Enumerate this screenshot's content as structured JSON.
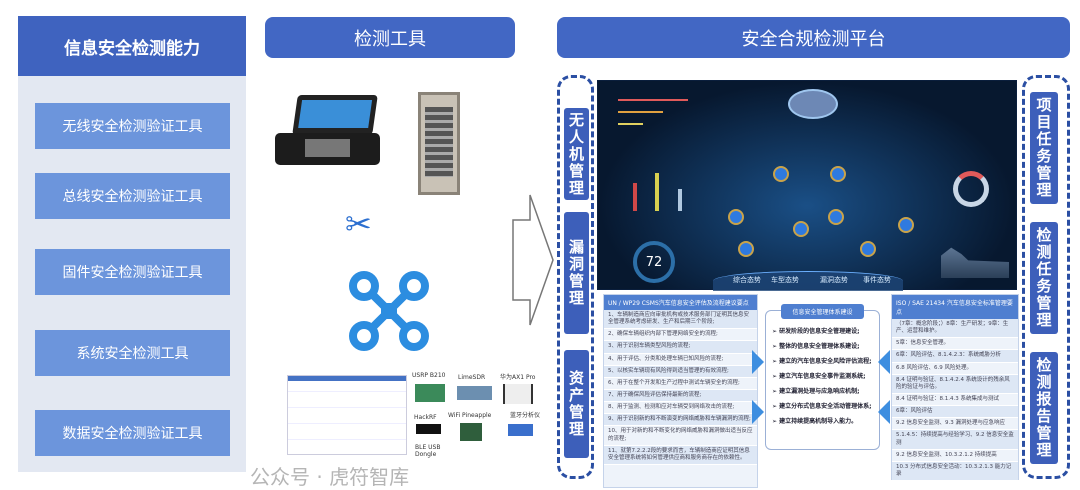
{
  "left": {
    "title": "信息安全检测能力",
    "items": [
      "无线安全检测验证工具",
      "总线安全检测验证工具",
      "固件安全检测验证工具",
      "系统安全检测工具",
      "数据安全检测验证工具"
    ]
  },
  "middle": {
    "title": "检测工具",
    "devices": [
      "USRP B210",
      "LimeSDR",
      "华为AX1 Pro",
      "HackRF",
      "WiFi Pineapple",
      "蓝牙分析仪",
      "BLE USB Dongle"
    ]
  },
  "right": {
    "title": "安全合规检测平台",
    "left_tabs": [
      "无人机管理",
      "漏洞管理",
      "资产管理"
    ],
    "right_tabs": [
      "项目任务管理",
      "检测任务管理",
      "检测报告管理"
    ],
    "dashboard": {
      "gauge": "72",
      "tabs": [
        "综合态势",
        "车型态势",
        "漏洞态势",
        "事件态势"
      ]
    },
    "un_panel": {
      "title": "UN / WP29 CSMS汽车信息安全评估及流程建议要点",
      "rows": [
        "1、车辆制造商应向审批机构或技术服务部门证明其信息安全管理系统考虑研发、生产和后期三个阶段;",
        "2、确保车辆组织内部下管理网络安全的流程;",
        "3、用于识别车辆类型风险的流程;",
        "4、用于评估、分类和处理车辆已知风险的流程;",
        "5、以核实车辆现有风险得到适当管理的有效流程;",
        "6、用于在整个开发和生产过程中测试车辆安全的流程;",
        "7、用于确保风险评估保持最新的流程;",
        "8、用于监测、检测和应对车辆受到网络攻击的流程;",
        "9、用于识别新的和不断演变的网络威胁和车辆漏洞的流程;",
        "10、用于对新的和不断变化的网络威胁和漏洞做出适当反应的流程;",
        "11、就第7.2.2.2段的要求而言，车辆制造商应证明其信息安全管理系统将如何管理供应商和服务商存在的依赖性。"
      ]
    },
    "mgmt_panel": {
      "title": "信息安全管理体系建设",
      "items": [
        "研发阶段的信息安全管理建设;",
        "整体的信息安全管理体系建设;",
        "建立的汽车信息安全风险评估流程;",
        "建立汽车信息安全事件监测系统;",
        "建立漏洞处理与应急响应机制;",
        "建立分布式信息安全活动管理体系;",
        "建立持续提高机制导入能力。"
      ]
    },
    "iso_panel": {
      "title": "ISO / SAE 21434 汽车信息安全标准管理要点",
      "rows": [
        "（7章：概念阶段；）8章：生产研发；9章：生产、运营和维护。",
        "5章：信息安全管理。",
        "6章：风险评估、8.1.4.2.3：系统威胁分析",
        "6.8 风险评估、6.9 风险处理。",
        "8.4 证明与验证、8.1.4.2.4 系统设计的残余风险的验证与评估。",
        "8.4 证明与验证：8.1.4.3 系统集成与测试",
        "6章：风险评估",
        "9.2 信息安全监测、9.3 漏洞处理与应急响应",
        "5.1.4.5：持续提高与经验学习、9.2 信息安全监测",
        "9.2 信息安全监测、10.3.2.1.2 持续提高",
        "10.3 分布式信息安全活动：10.3.2.1.3 能力记录"
      ]
    }
  },
  "watermark": "公众号 · 虎符智库",
  "colors": {
    "header": "#4267c4",
    "item": "#6c95dc",
    "dash": "#2b4fa3"
  }
}
